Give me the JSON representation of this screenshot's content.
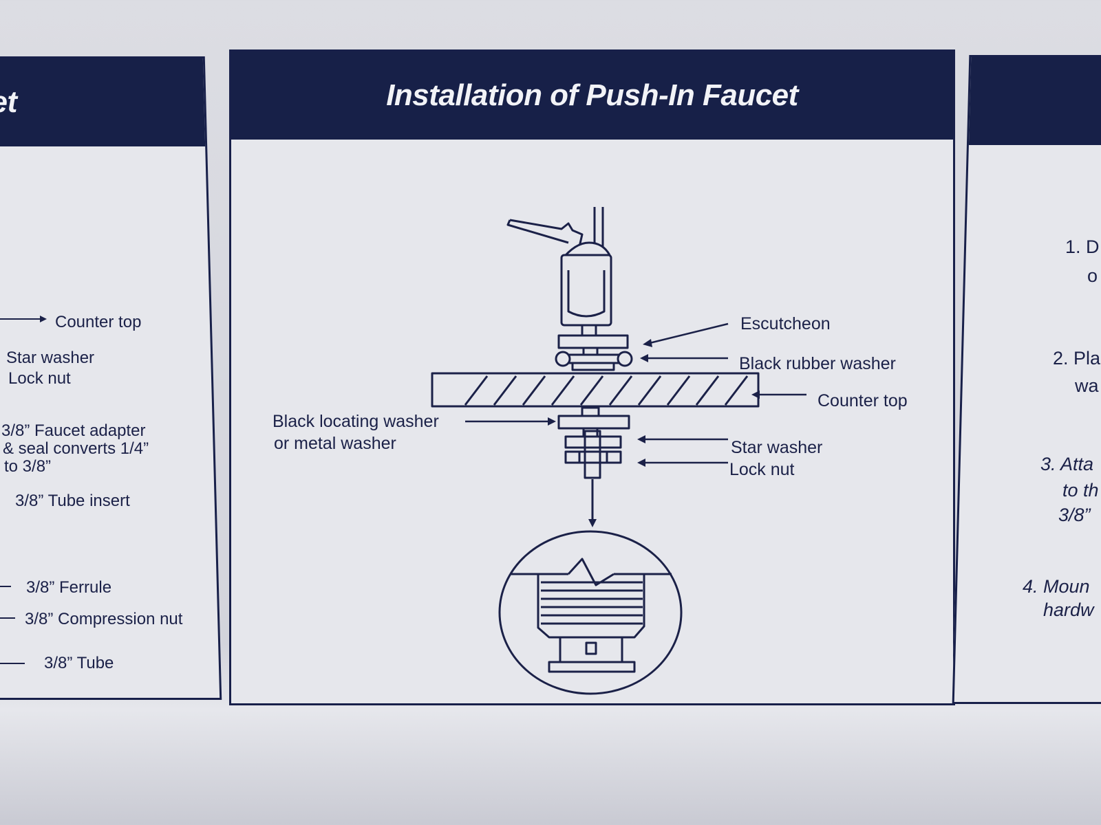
{
  "left_panel": {
    "title_fragment": "et",
    "labels": [
      "Counter top",
      "Star washer",
      "Lock nut",
      "3/8” Faucet adapter",
      "& seal converts 1/4”",
      "to 3/8”",
      "3/8” Tube insert",
      "3/8” Ferrule",
      "3/8” Compression nut",
      "3/8” Tube"
    ]
  },
  "main_panel": {
    "title": "Installation of Push-In Faucet",
    "labels": {
      "escutcheon": "Escutcheon",
      "black_rubber_washer": "Black rubber washer",
      "counter_top": "Counter top",
      "black_locating_washer_line1": "Black locating washer",
      "black_locating_washer_line2": "or metal washer",
      "star_washer": "Star washer",
      "lock_nut": "Lock nut"
    }
  },
  "right_panel": {
    "steps": [
      "1. D",
      "o",
      "2. Pla",
      "wa",
      "3. Atta",
      "to th",
      "3/8”",
      "4. Moun",
      "hardw"
    ]
  },
  "colors": {
    "ink": "#1b2148",
    "header": "#172048",
    "panel": "#e6e7ec"
  }
}
